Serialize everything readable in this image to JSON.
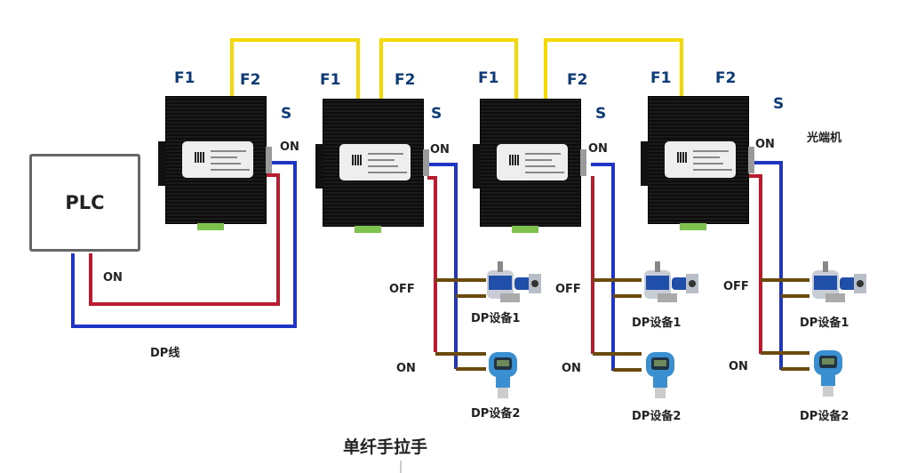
{
  "diagram": {
    "title": "单纤手拉手",
    "plc_label": "PLC",
    "cable_label": "DP线",
    "converter_label": "光端机",
    "colors": {
      "fiber": "#f5d800",
      "dp_red": "#b81c2e",
      "dp_blue": "#1f35c4",
      "device_branch": "#6b4a0e",
      "port_label": "#0d3b78",
      "plc_border": "#666666"
    },
    "plc_switch_label": "ON",
    "converters": [
      {
        "f1": "F1",
        "f2": "F2",
        "s": "S",
        "switch_state": "ON"
      },
      {
        "f1": "F1",
        "f2": "F2",
        "s": "S",
        "switch_state": "ON",
        "devices": [
          {
            "name": "DP设备1",
            "switch": "OFF",
            "type": "encoder"
          },
          {
            "name": "DP设备2",
            "switch": "ON",
            "type": "pressure-transmitter"
          }
        ]
      },
      {
        "f1": "F1",
        "f2": "F2",
        "s": "S",
        "switch_state": "ON",
        "devices": [
          {
            "name": "DP设备1",
            "switch": "OFF",
            "type": "encoder"
          },
          {
            "name": "DP设备2",
            "switch": "ON",
            "type": "pressure-transmitter"
          }
        ]
      },
      {
        "f1": "F1",
        "f2": "F2",
        "s": "S",
        "switch_state": "ON",
        "devices": [
          {
            "name": "DP设备1",
            "switch": "OFF",
            "type": "encoder"
          },
          {
            "name": "DP设备2",
            "switch": "ON",
            "type": "pressure-transmitter"
          }
        ]
      }
    ]
  }
}
